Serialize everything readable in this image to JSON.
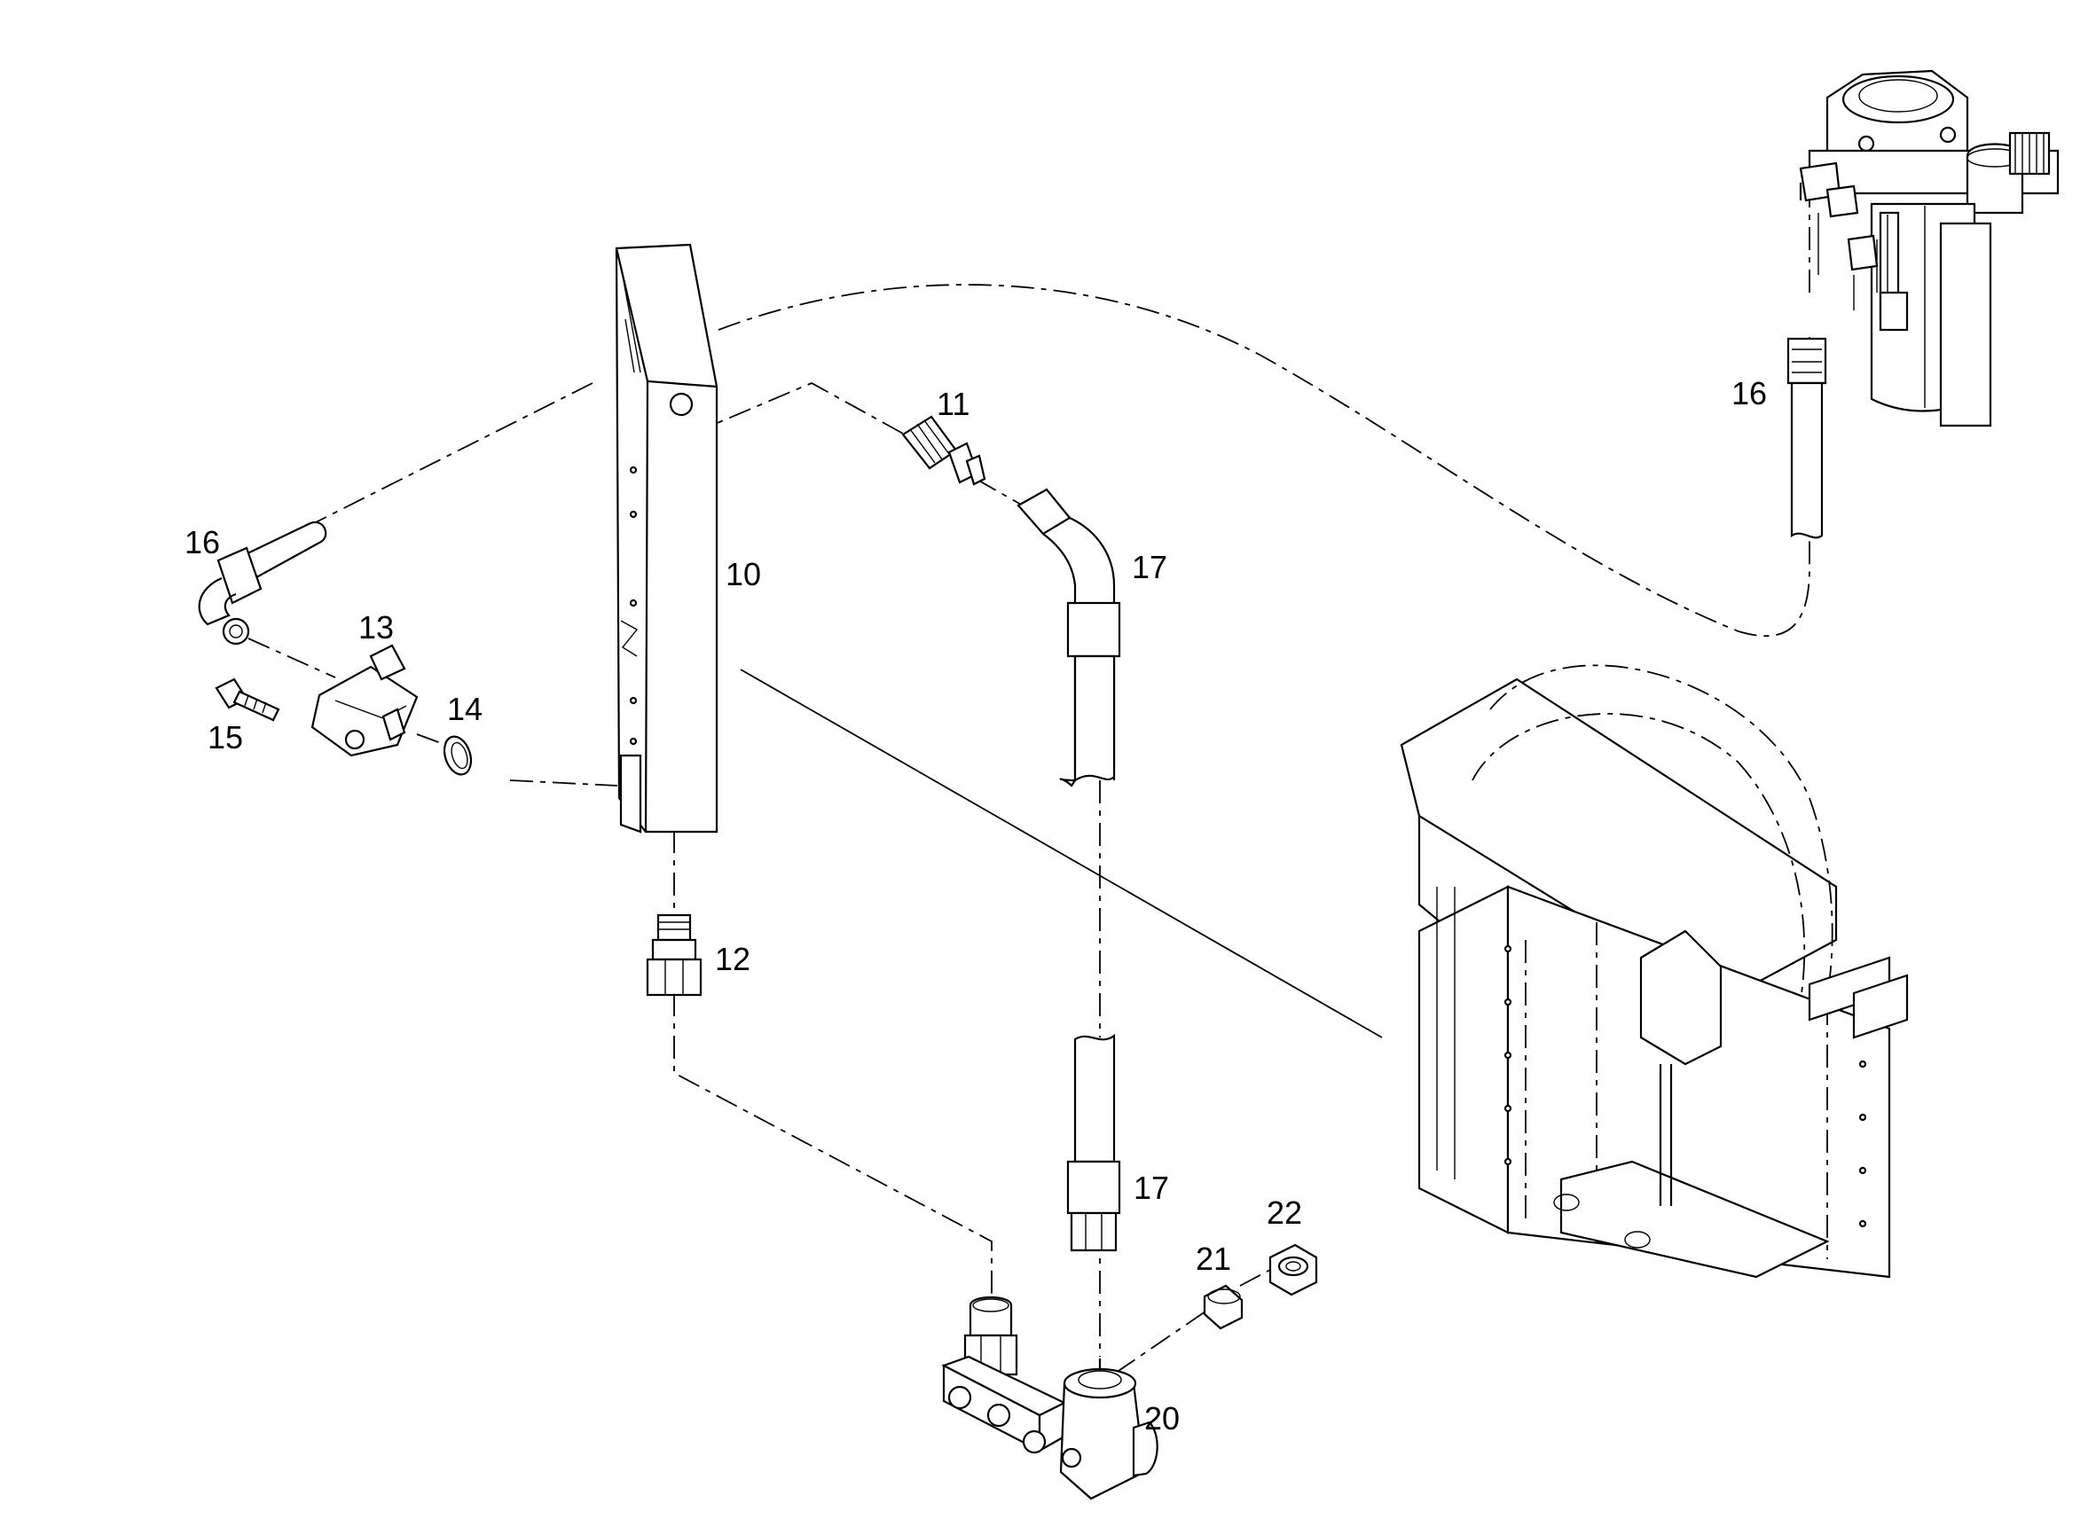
{
  "colors": {
    "ink": "#000000",
    "paper": "#ffffff"
  },
  "callouts": {
    "c10": "10",
    "c11": "11",
    "c12": "12",
    "c13": "13",
    "c14": "14",
    "c15": "15",
    "c16_left": "16",
    "c16_right": "16",
    "c17_upper": "17",
    "c17_lower": "17",
    "c20": "20",
    "c21": "21",
    "c22": "22"
  }
}
